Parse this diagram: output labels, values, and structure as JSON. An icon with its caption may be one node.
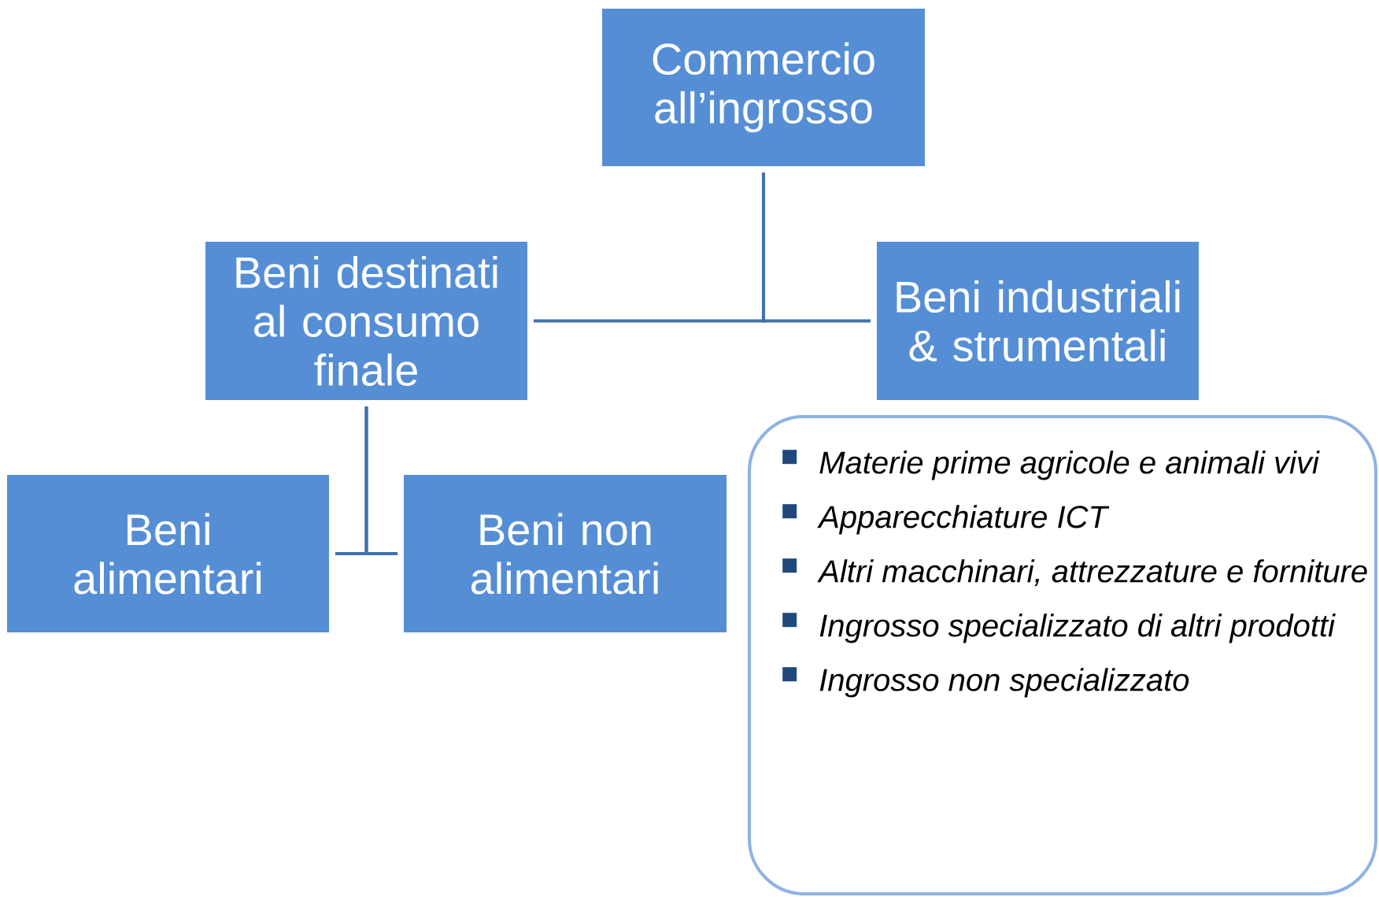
{
  "diagram": {
    "nodes": [
      {
        "text": [
          "Commercio all’ingrosso"
        ]
      },
      {
        "text": [
          "Beni destinati al consumo finale"
        ]
      },
      {
        "text": [
          "Beni industriali & strumentali"
        ]
      },
      {
        "text": [
          "Beni alimentari"
        ]
      },
      {
        "text": [
          "Beni non alimentari"
        ]
      },
      {
        "text": [
          "Materie prime agricole e animali vivi",
          "Apparecchiature ICT",
          "Altri macchinari, attrezzature e forniture",
          "Ingrosso specializzato di altri prodotti",
          "Ingrosso non specializzato"
        ]
      }
    ],
    "edges": [
      {
        "from": 0,
        "to": 1,
        "arrow": "none"
      },
      {
        "from": 0,
        "to": 2,
        "arrow": "none"
      },
      {
        "from": 1,
        "to": 3,
        "arrow": "none"
      },
      {
        "from": 1,
        "to": 4,
        "arrow": "none"
      }
    ]
  }
}
